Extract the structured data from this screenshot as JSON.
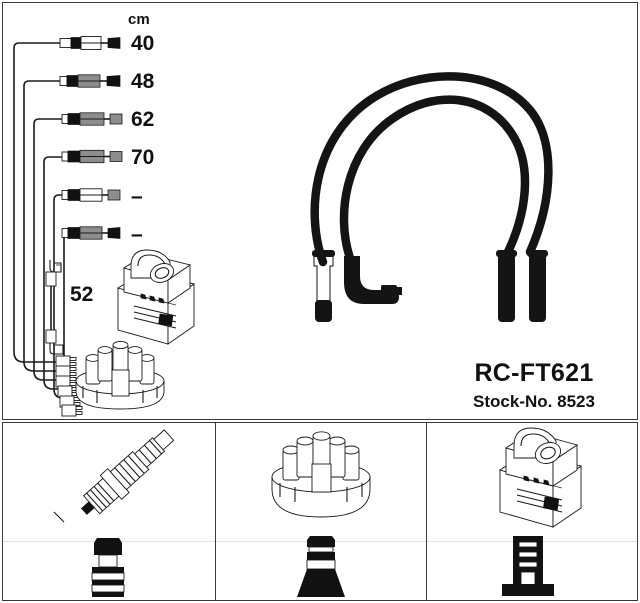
{
  "product": {
    "code": "RC-FT621",
    "stock_label": "Stock-No. 8523"
  },
  "measurements": {
    "unit_header": "cm",
    "lead_lengths": [
      "40",
      "48",
      "62",
      "70",
      "–",
      "–"
    ],
    "coil_lead_length": "52"
  },
  "diagram": {
    "main_panel_name": "ignition-cable-set-overview",
    "photo_name": "ignition-lead-photo",
    "coil_name": "ignition-coil-drawing",
    "distributor_cap_name": "distributor-cap-drawing",
    "harness_name": "cable-harness-drawing"
  },
  "legend_cells": [
    {
      "part_icon": "spark-plug-icon",
      "connector_icon": "spark-plug-boot-connector-icon"
    },
    {
      "part_icon": "distributor-cap-icon",
      "connector_icon": "distributor-boot-connector-icon"
    },
    {
      "part_icon": "ignition-coil-icon",
      "connector_icon": "coil-terminal-connector-icon"
    }
  ],
  "colors": {
    "line": "#1a1a1a",
    "fill_dark": "#111111",
    "fill_grey": "#8d8d8d",
    "background": "#ffffff",
    "frame": "#3a3a3a"
  }
}
